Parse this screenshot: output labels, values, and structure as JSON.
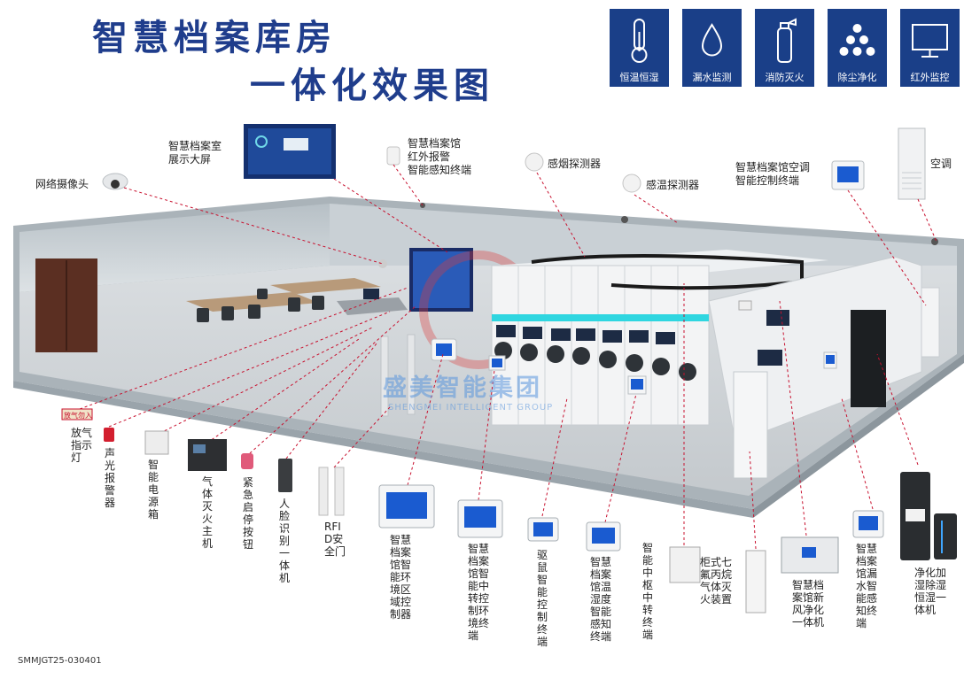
{
  "title": {
    "line1": "智慧档案库房",
    "line2": "一体化效果图"
  },
  "features": [
    {
      "icon": "thermometer-icon",
      "label": "恒温恒湿"
    },
    {
      "icon": "water-drop-icon",
      "label": "漏水监测"
    },
    {
      "icon": "fire-extinguisher-icon",
      "label": "消防灭火"
    },
    {
      "icon": "dust-particles-icon",
      "label": "除尘净化"
    },
    {
      "icon": "monitor-icon",
      "label": "红外监控"
    }
  ],
  "top_labels": {
    "camera": "网络摄像头",
    "screen": [
      "智慧档案室",
      "展示大屏"
    ],
    "ir_alarm": [
      "智慧档案馆",
      "红外报警",
      "智能感知终端"
    ],
    "smoke": "感烟探测器",
    "temp": "感温探测器",
    "ac_terminal": [
      "智慧档案馆空调",
      "智能控制终端"
    ],
    "ac": "空调"
  },
  "bottom_labels": [
    {
      "name": "release-indicator-lamp",
      "text": "放气指示灯",
      "sign": "放气勿入"
    },
    {
      "name": "sound-light-alarm",
      "text": "声光报警器"
    },
    {
      "name": "smart-power-box",
      "text": "智能电源箱"
    },
    {
      "name": "gas-fire-host",
      "text": "气体灭火主机"
    },
    {
      "name": "emergency-stop-button",
      "text": "紧急启停按钮"
    },
    {
      "name": "face-recognition-unit",
      "text": "人脸识别一体机"
    },
    {
      "name": "rfid-gate",
      "text": "RFID安全门"
    },
    {
      "name": "env-zone-controller",
      "text": "智慧档案馆智能环境区域控制器"
    },
    {
      "name": "env-relay-controller",
      "text": "智慧档案馆智能中转控制环境终端"
    },
    {
      "name": "rodent-controller",
      "text": "驱鼠智能控制终端"
    },
    {
      "name": "temp-humidity-terminal",
      "text": "智慧档案馆温湿度智能感知终端"
    },
    {
      "name": "central-relay-terminal",
      "text": "智能中枢中转终端"
    },
    {
      "name": "heptafluoro-extinguisher",
      "text": "柜式七氟丙烷气体灭火装置"
    },
    {
      "name": "fresh-air-purifier",
      "text": "智慧档案馆新风净化一体机"
    },
    {
      "name": "water-leak-terminal",
      "text": "智慧档案馆漏水智能感知终端"
    },
    {
      "name": "purify-dehumidifier",
      "text": "净化加湿除湿恒湿一体机"
    }
  ],
  "watermark": {
    "cn": "盛美智能集团",
    "en": "SHENGMEI INTELLIGENT GROUP"
  },
  "code": "SMMJGT25-030401",
  "colors": {
    "brand_blue": "#1a3f88",
    "title_blue": "#1f3d8c",
    "leader_red": "#c8102e",
    "cyan_accent": "#2fd6e0"
  }
}
